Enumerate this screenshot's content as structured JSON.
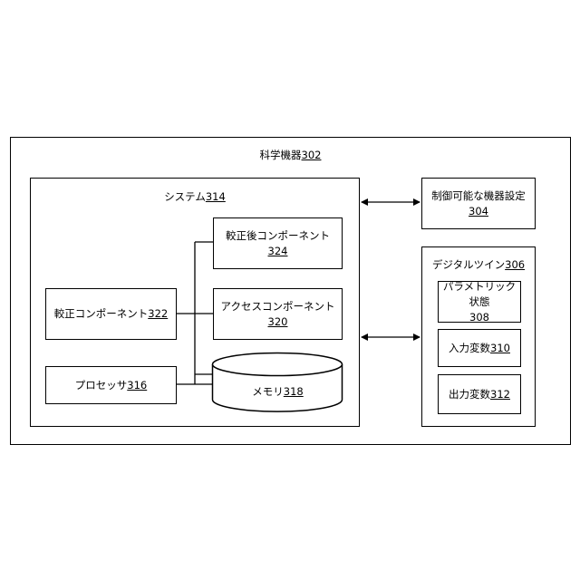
{
  "outer": {
    "title": "科学機器",
    "ref": "302"
  },
  "system": {
    "title": "システム",
    "ref": "314"
  },
  "post_calibration": {
    "title": "較正後コンポーネント",
    "ref": "324"
  },
  "access": {
    "title": "アクセスコンポーネント",
    "ref": "320"
  },
  "calibration": {
    "title": "較正コンポーネント",
    "ref": "322"
  },
  "processor": {
    "title": "プロセッサ",
    "ref": "316"
  },
  "memory": {
    "title": "メモリ",
    "ref": "318"
  },
  "settings": {
    "title": "制御可能な機器設定",
    "ref": "304"
  },
  "digital_twin": {
    "title": "デジタルツイン",
    "ref": "306"
  },
  "parametric": {
    "title": "パラメトリック状態",
    "ref": "308"
  },
  "input_vars": {
    "title": "入力変数",
    "ref": "310"
  },
  "output_vars": {
    "title": "出力変数",
    "ref": "312"
  }
}
